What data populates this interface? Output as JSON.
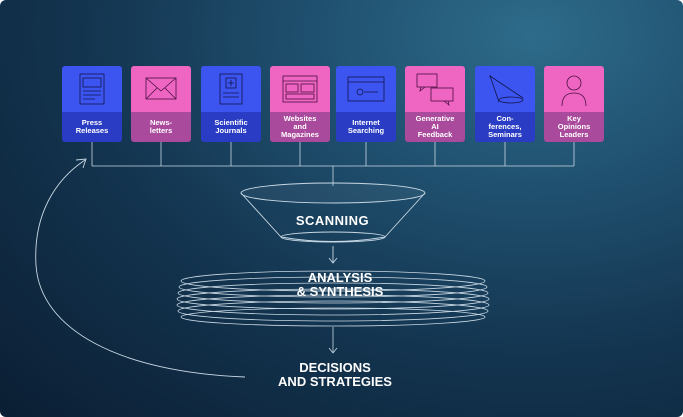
{
  "sources": [
    {
      "label": "Press\nReleases",
      "color": "blue",
      "icon": "document-icon"
    },
    {
      "label": "News-\nletters",
      "color": "pink",
      "icon": "envelope-icon"
    },
    {
      "label": "Scientific\nJournals",
      "color": "blue",
      "icon": "journal-icon"
    },
    {
      "label": "Websites\nand\nMagazines",
      "color": "pink",
      "icon": "website-icon"
    },
    {
      "label": "Internet\nSearching",
      "color": "blue",
      "icon": "search-window-icon"
    },
    {
      "label": "Generative\nAI\nFeedback",
      "color": "pink",
      "icon": "chat-bubbles-icon"
    },
    {
      "label": "Con-\nferences,\nSeminars",
      "color": "blue",
      "icon": "projector-icon"
    },
    {
      "label": "Key\nOpinions\nLeaders",
      "color": "pink",
      "icon": "person-icon"
    }
  ],
  "stages": {
    "scanning": "SCANNING",
    "analysis": "ANALYSIS\n& SYNTHESIS",
    "decisions": "DECISIONS\nAND STRATEGIES"
  },
  "colors": {
    "blue": "#3d55f0",
    "pink": "#ef66c2",
    "line": "#c8d8e4"
  }
}
